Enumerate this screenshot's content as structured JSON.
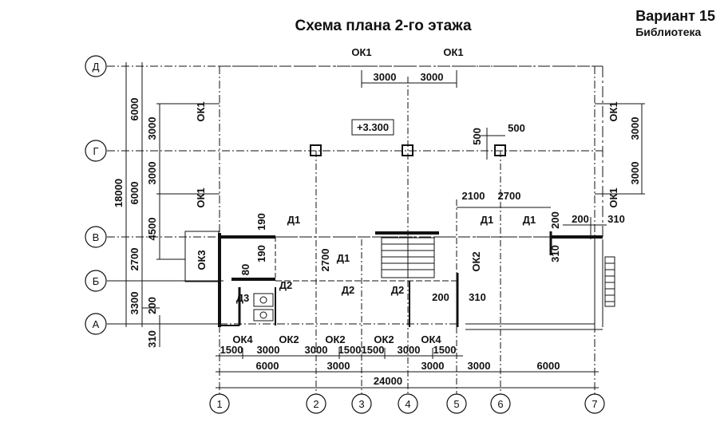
{
  "title": "Схема плана 2-го этажа",
  "variant": "Вариант 15",
  "building": "Библиотека",
  "axes_rows": [
    "Д",
    "Г",
    "В",
    "Б",
    "А"
  ],
  "axes_cols": [
    "1",
    "2",
    "3",
    "4",
    "5",
    "6",
    "7"
  ],
  "level_mark": "+3.300",
  "window_labels": {
    "ok1": "ОК1",
    "ok2": "ОК2",
    "ok3": "ОК3",
    "ok4": "ОК4"
  },
  "door_labels": {
    "d1": "Д1",
    "d2": "Д2",
    "d3": "Д3"
  },
  "dims": {
    "top_3000_a": "3000",
    "top_3000_b": "3000",
    "left_6000": "6000",
    "left_18000": "18000",
    "left_6000_b": "6000",
    "left_2700": "2700",
    "left_3300": "3300",
    "left_3000_a": "3000",
    "left_3000_b": "3000",
    "left_4500": "4500",
    "left_200": "200",
    "left_310": "310",
    "right_3000_a": "3000",
    "right_3000_b": "3000",
    "col_500_a": "500",
    "col_500_b": "500",
    "d_2100": "2100",
    "d_2700": "2700",
    "d_190_a": "190",
    "d_190_b": "190",
    "d_200_a": "200",
    "d_200_b": "200",
    "d_310_a": "310",
    "d_310_b": "310",
    "d_310_c": "310",
    "d_200_c": "200",
    "d_80": "80",
    "d_2700_v": "2700",
    "b1_1500_a": "1500",
    "b1_3000_a": "3000",
    "b1_3000_b": "3000",
    "b1_1500_b": "1500",
    "b1_1500_c": "1500",
    "b1_3000_c": "3000",
    "b1_1500_d": "1500",
    "b2_6000_a": "6000",
    "b2_3000_a": "3000",
    "b2_3000_b": "3000",
    "b2_3000_c": "3000",
    "b2_6000_b": "6000",
    "b3_24000": "24000"
  }
}
